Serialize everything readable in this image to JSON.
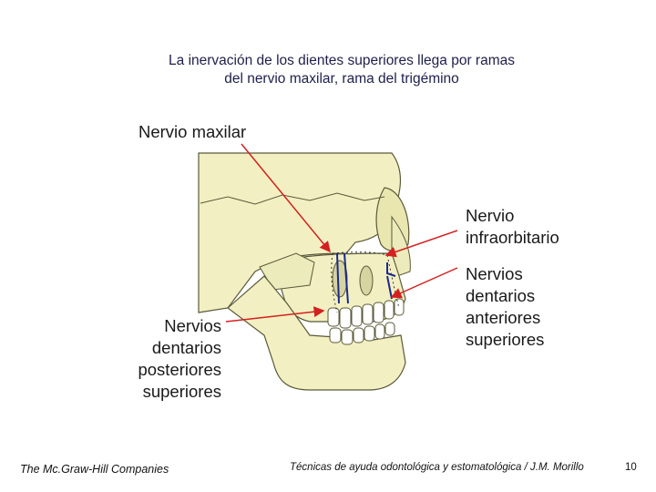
{
  "title": {
    "line1": "La inervación de los dientes superiores llega por ramas",
    "line2": "del nervio maxilar, rama del trigémino"
  },
  "labels": {
    "nervio_maxilar": "Nervio maxilar",
    "infraorbitario": [
      "Nervio",
      "infraorbitario"
    ],
    "anteriores": [
      "Nervios",
      "dentarios",
      "anteriores",
      "superiores"
    ],
    "posteriores": [
      "Nervios",
      "dentarios",
      "posteriores",
      "superiores"
    ]
  },
  "footer": {
    "publisher": "The Mc.Graw-Hill Companies",
    "course": "Técnicas de ayuda odontológica y estomatológica / J.M. Morillo",
    "page": "10"
  },
  "colors": {
    "bone": "#f2f0c2",
    "bone_outline": "#5a5a3a",
    "arrow": "#d42020",
    "nerve": "#1c2a8a"
  }
}
